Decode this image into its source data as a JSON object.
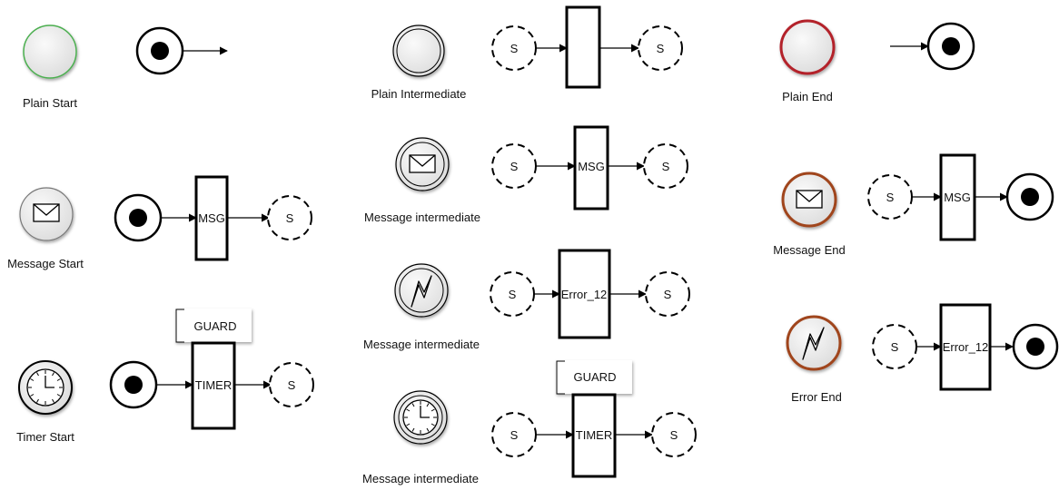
{
  "colors": {
    "start_border": "#4caf50",
    "end_border": "#b3202a",
    "end_msg_border": "#a0451e",
    "event_fill": "#ebebeb",
    "stroke": "#000000"
  },
  "labels": {
    "plain_start": "Plain Start",
    "message_start": "Message Start",
    "timer_start": "Timer Start",
    "plain_intermediate": "Plain Intermediate",
    "message_intermediate_1": "Message intermediate",
    "message_intermediate_2": "Message intermediate",
    "message_intermediate_3": "Message intermediate",
    "plain_end": "Plain End",
    "message_end": "Message End",
    "error_end": "Error End"
  },
  "flows": {
    "state": "S",
    "msg_task": "MSG",
    "timer_task": "TIMER",
    "error_task": "Error_12",
    "guard": "GUARD"
  },
  "icons": [
    "envelope-icon",
    "clock-icon",
    "lightning-icon"
  ]
}
